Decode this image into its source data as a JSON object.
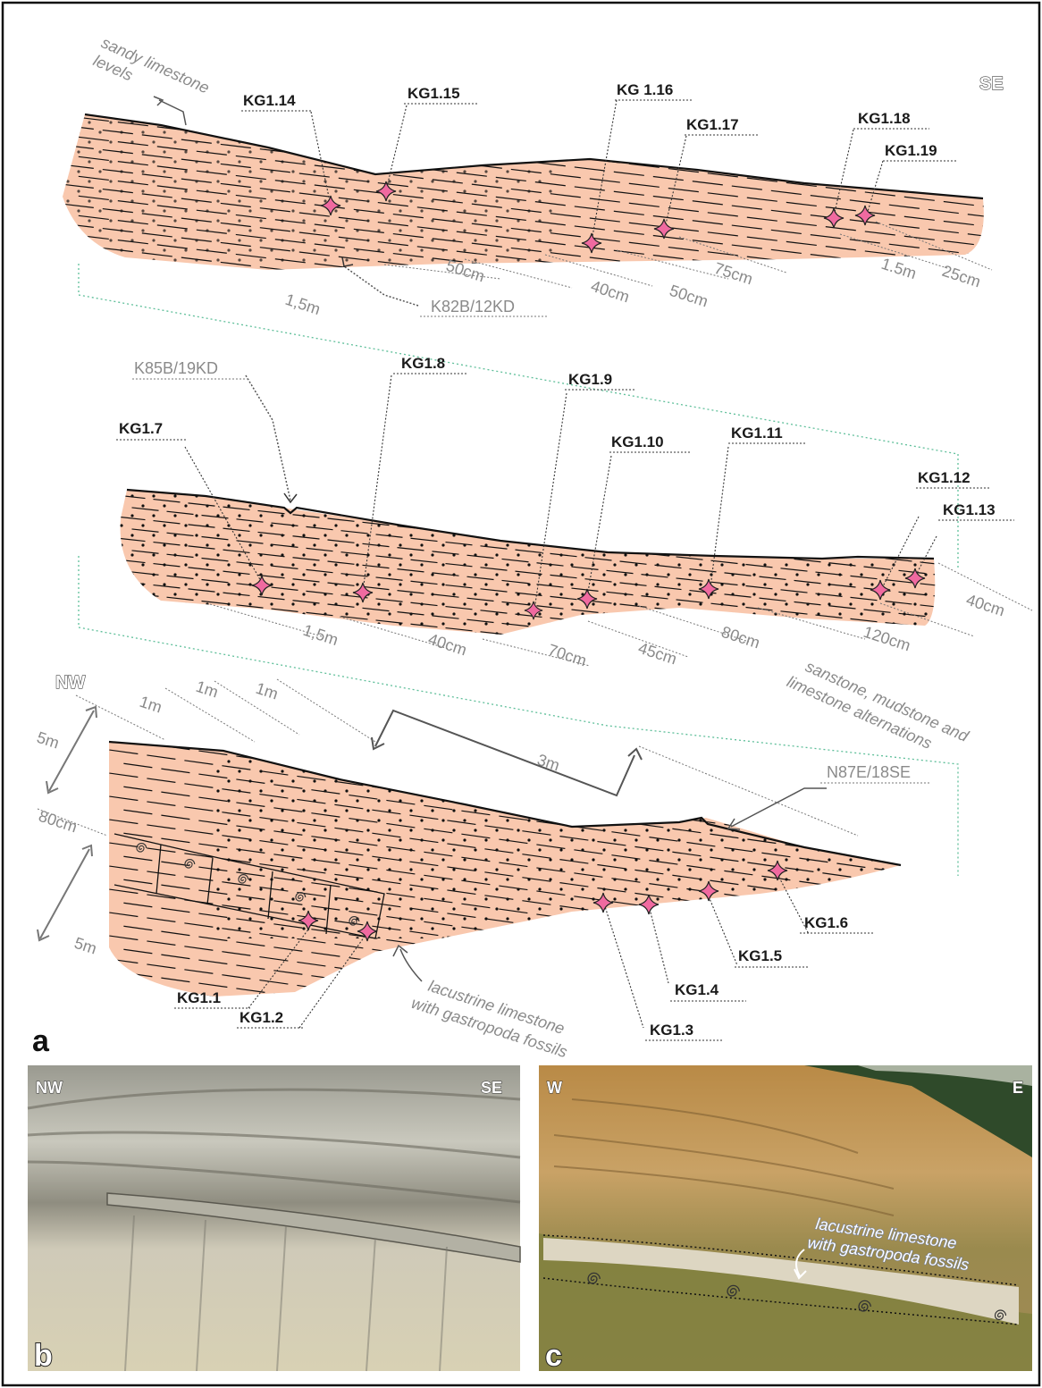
{
  "orientation": {
    "top_right": "SE",
    "bottom_left": "NW"
  },
  "upper_section": {
    "note_sandy": [
      "sandy limestone",
      "levels"
    ],
    "samples": [
      "KG1.14",
      "KG1.15",
      "KG 1.16",
      "KG1.17",
      "KG1.18",
      "KG1.19"
    ],
    "thicknesses": [
      "1,5m",
      "50cm",
      "40cm",
      "50cm",
      "75cm",
      "1.5m",
      "25cm"
    ],
    "attitude": "K82B/12KD"
  },
  "middle_section": {
    "attitude": "K85B/19KD",
    "samples": [
      "KG1.7",
      "KG1.8",
      "KG1.9",
      "KG1.10",
      "KG1.11",
      "KG1.12",
      "KG1.13"
    ],
    "thicknesses": [
      "1,5m",
      "40cm",
      "70cm",
      "45cm",
      "80cm",
      "120cm",
      "40cm"
    ],
    "note_alternations": [
      "sanstone, mudstone and",
      "limestone alternations"
    ]
  },
  "lower_section": {
    "thicknesses_top": [
      "1m",
      "1m",
      "1m"
    ],
    "offset": "3m",
    "left_scale": [
      "5m",
      "80cm",
      "5m"
    ],
    "attitude": "N87E/18SE",
    "samples": [
      "KG1.1",
      "KG1.2",
      "KG1.3",
      "KG1.4",
      "KG1.5",
      "KG1.6"
    ],
    "note_lacustrine": [
      "lacustrine limestone",
      "with gastropoda fossils"
    ]
  },
  "panel_a": "a",
  "photo_b": {
    "letter": "b",
    "left": "NW",
    "right": "SE"
  },
  "photo_c": {
    "letter": "c",
    "left": "W",
    "right": "E",
    "note": [
      "lacustrine limestone",
      "with gastropoda fossils"
    ]
  },
  "colors": {
    "rock_fill": "#f9c8ae",
    "sample_star": "#f06aa0",
    "correlation_line": "#5fbf9a"
  }
}
